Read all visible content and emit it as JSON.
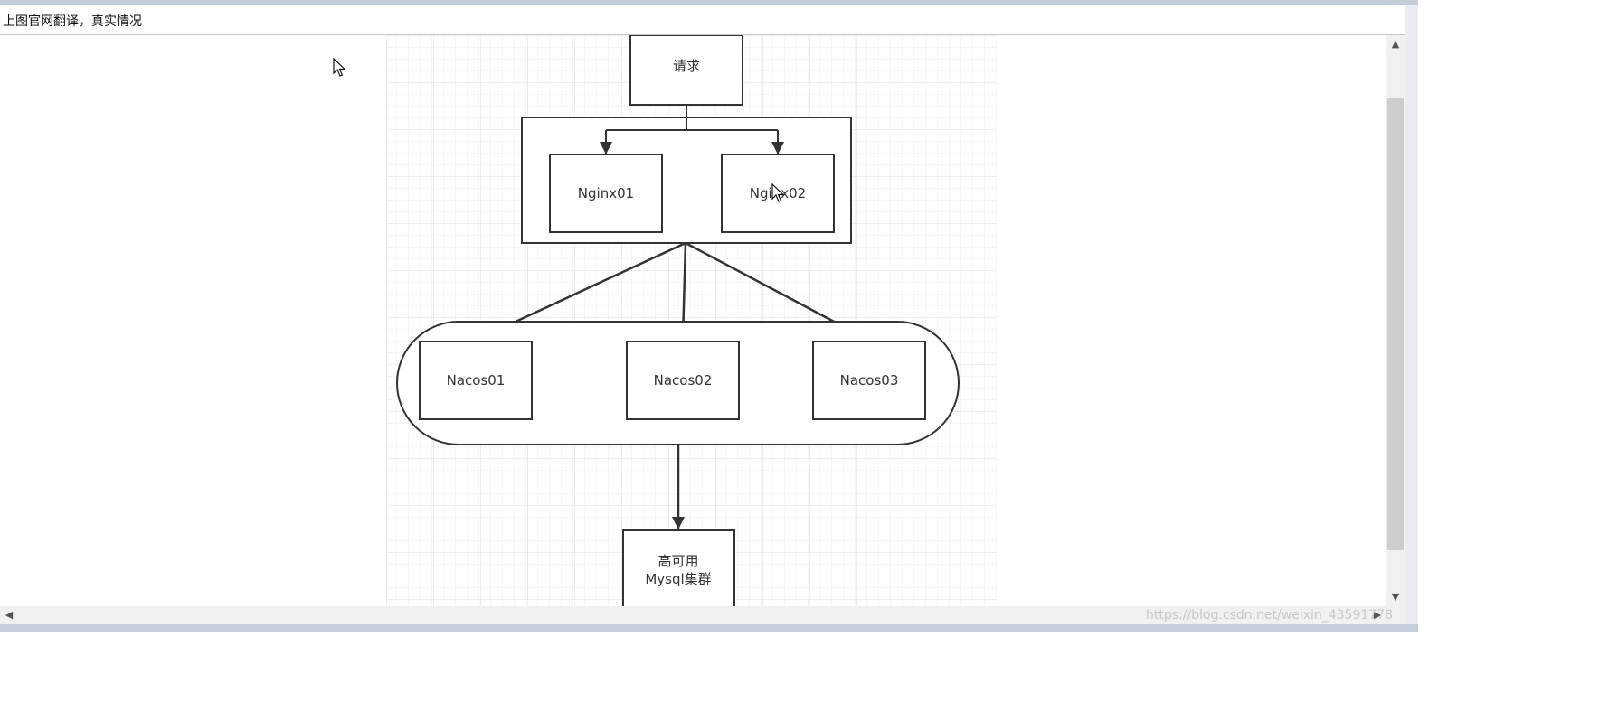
{
  "window": {
    "title": "上图官网翻译，真实情况"
  },
  "diagram": {
    "request_label": "请求",
    "nginx": [
      "Nginx01",
      "Nginx02"
    ],
    "nacos": [
      "Nacos01",
      "Nacos02",
      "Nacos03"
    ],
    "mysql_label_line1": "高可用",
    "mysql_label_line2": "Mysql集群"
  },
  "watermark": "https://blog.csdn.net/weixin_43591778",
  "icons": {
    "scroll_up": "caret-up-icon",
    "scroll_down": "caret-down-icon",
    "scroll_left": "caret-left-icon",
    "scroll_right": "caret-right-icon",
    "pointer": "mouse-pointer-icon"
  }
}
